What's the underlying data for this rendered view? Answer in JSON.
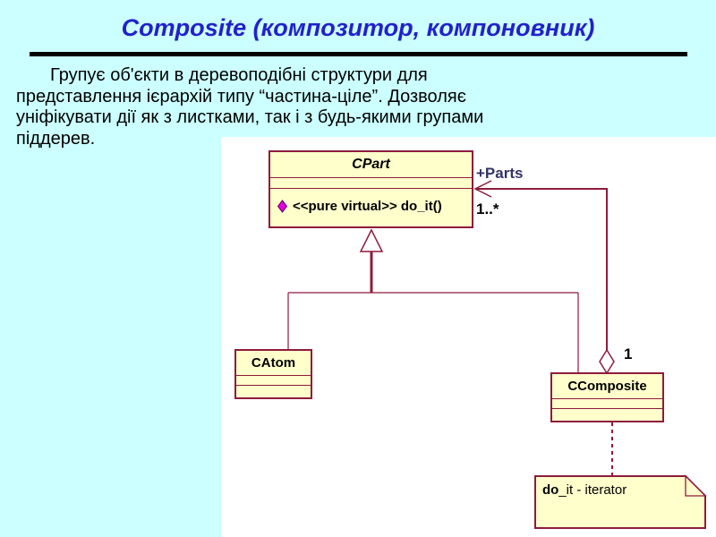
{
  "slide": {
    "title": "Composite (композитор, компоновник)",
    "paragraph": {
      "lines": [
        "Групує об'єкти в деревоподібні структури для",
        "представлення ієрархій типу “частина-ціле”. Дозволяє",
        "уніфікувати дії як з листками, так  і з будь-якими групами",
        "піддерев."
      ]
    }
  },
  "diagram": {
    "classes": {
      "cpart": {
        "name": "CPart",
        "operation": "<<pure virtual>> do_it()"
      },
      "catom": {
        "name": "CAtom"
      },
      "ccomposite": {
        "name": "CComposite"
      }
    },
    "association": {
      "role_label": "+Parts",
      "multiplicity_part_end": "1..*",
      "multiplicity_composite_end": "1"
    },
    "note": {
      "text_bold": "do",
      "text_rest": "_it - iterator"
    },
    "colors": {
      "slide_background": "#CCFFFF",
      "diagram_background": "#FFFFFF",
      "class_fill": "#FFFFCC",
      "line_color": "#8E1B3C",
      "title_color": "#2121CC",
      "role_label_color": "#333366"
    }
  }
}
